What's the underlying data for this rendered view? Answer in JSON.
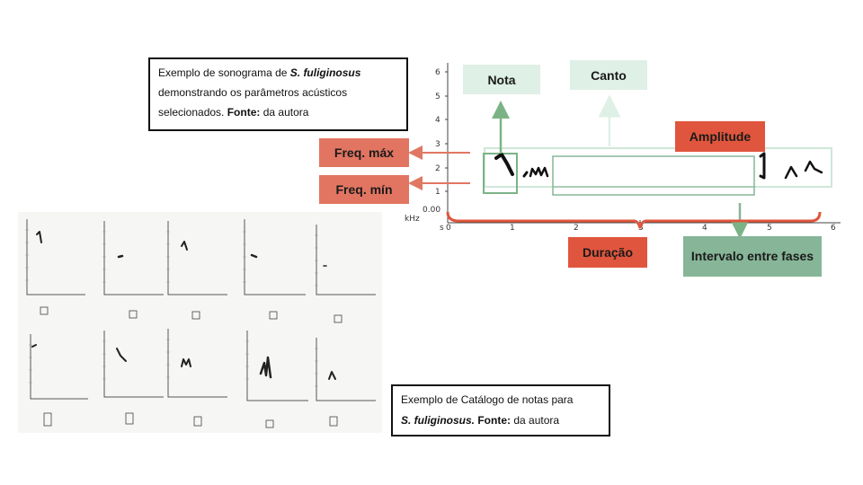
{
  "caption_sonogram": {
    "line1_prefix": "Exemplo de sonograma de ",
    "species": "S.  fuliginosus",
    "line2": "demonstrando os parâmetros acústicos",
    "line3_prefix": "selecionados. ",
    "source_label": "Fonte:",
    "source_value": " da autora"
  },
  "caption_catalog": {
    "line1": "Exemplo de Catálogo de notas para",
    "species": "S.  fuliginosus.",
    "source_label": " Fonte:",
    "source_value": " da autora"
  },
  "labels": {
    "nota": "Nota",
    "canto": "Canto",
    "amplitude": "Amplitude",
    "freq_max": "Freq. máx",
    "freq_min": "Freq. mín",
    "duracao": "Duração",
    "intervalo": "Intervalo entre fases"
  },
  "sonogram_axes": {
    "y_unit": "kHz",
    "y_zero": "0.00",
    "y_ticks": [
      "1",
      "2",
      "3",
      "4",
      "5",
      "6"
    ],
    "x_unit": "s",
    "x_ticks": [
      "0",
      "1",
      "2",
      "3",
      "4",
      "5",
      "6"
    ]
  },
  "colors": {
    "red": "#e0553d",
    "red_light": "#e17561",
    "mint": "#dff0e6",
    "green": "#86b598",
    "arrow_green": "#7cb386",
    "arrow_red": "#e07763"
  }
}
